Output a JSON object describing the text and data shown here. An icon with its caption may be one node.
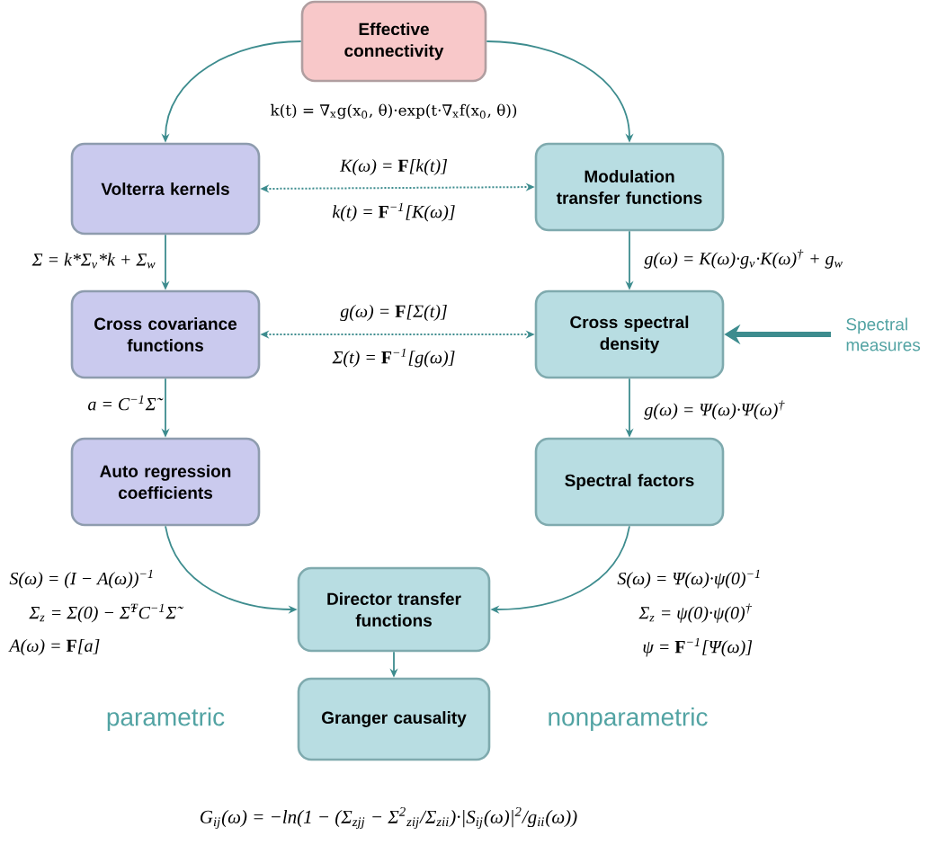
{
  "diagram": {
    "nodes": [
      {
        "text": [
          "Effective connectivity"
        ]
      },
      {
        "text": [
          "Volterra kernels"
        ]
      },
      {
        "text": [
          "Modulation transfer functions"
        ]
      },
      {
        "text": [
          "Cross covariance functions"
        ]
      },
      {
        "text": [
          "Cross spectral density"
        ]
      },
      {
        "text": [
          "Auto regression coefficients"
        ]
      },
      {
        "text": [
          "Spectral factors"
        ]
      },
      {
        "text": [
          "Director transfer functions"
        ]
      },
      {
        "text": [
          "Granger causality"
        ]
      },
      {
        "text": [
          "Spectral measures"
        ]
      }
    ],
    "edges": [
      {
        "from": 0,
        "to": 1,
        "arrow": "to"
      },
      {
        "from": 0,
        "to": 2,
        "arrow": "to"
      },
      {
        "from": 1,
        "to": 2,
        "arrow": "both",
        "style": "dashed",
        "label": "K(ω) = **F**[k(t)]"
      },
      {
        "from": 1,
        "to": 3,
        "arrow": "to",
        "label": "Σ = k*Σ$_{v}$*k + Σ$_{w}$"
      },
      {
        "from": 2,
        "to": 4,
        "arrow": "to",
        "label": "g(ω) = K(ω)·g$_{v}$·K(ω)$^{†}$ + g$_{w}$"
      },
      {
        "from": 3,
        "to": 4,
        "arrow": "both",
        "style": "dashed",
        "label": "g(ω) = **F**[Σ(t)]"
      },
      {
        "from": 9,
        "to": 4,
        "arrow": "to",
        "style": "thick"
      },
      {
        "from": 3,
        "to": 5,
        "arrow": "to",
        "label": "a = C$^{−1}$Σ̃"
      },
      {
        "from": 4,
        "to": 6,
        "arrow": "to",
        "label": "g(ω) = Ψ(ω)·Ψ(ω)$^{†}$"
      },
      {
        "from": 5,
        "to": 7,
        "arrow": "to"
      },
      {
        "from": 6,
        "to": 7,
        "arrow": "to"
      },
      {
        "from": 7,
        "to": 8,
        "arrow": "to"
      }
    ],
    "labels": [
      "k(t) = ∇$_{x}$g(x$_{0}$, θ)·exp(t·∇$_{x}$f(x$_{0}$, θ))",
      "k(t) = **F**$^{−1}$[K(ω)]",
      "Σ(t) = **F**$^{−1}$[g(ω)]",
      "S(ω) = (I − A(ω))$^{−1}$",
      "Σ$_{z}$ = Σ(0) − Σ̃$^{T}$C$^{−1}$Σ̃",
      "A(ω) = **F**[a]",
      "S(ω) = Ψ(ω)·ψ(0)$^{−1}$",
      "Σ$_{z}$ = ψ(0)·ψ(0)$^{†}$",
      "ψ = **F**$^{−1}$[Ψ(ω)]",
      "parametric",
      "nonparametric",
      "G$_{ij}$(ω) = −ln(1 − (Σ$_{zjj}$ − Σ$^{2}$$_{zij}$/Σ$_{zii}$)·|S$_{ij}$(ω)|$^{2}$/g$_{ii}$(ω))"
    ]
  }
}
